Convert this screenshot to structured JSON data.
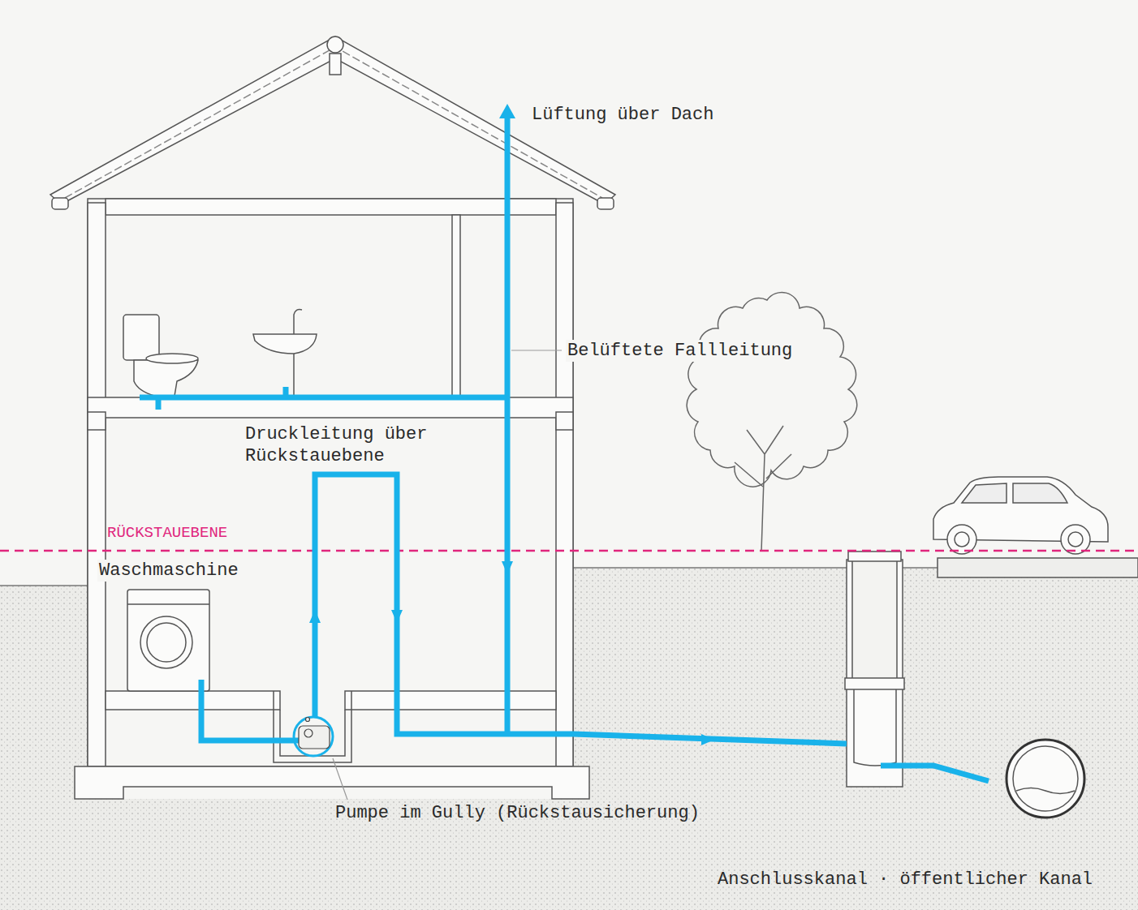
{
  "diagram": {
    "labels": [
      "Lüftung über Dach",
      "Belüftete Fallleitung",
      "Druckleitung über Rückstauebene",
      "RÜCKSTAUEBENE",
      "Waschmaschine",
      "Pumpe im Gully (Rückstausicherung)",
      "Anschlusskanal · öffentlicher Kanal"
    ]
  }
}
